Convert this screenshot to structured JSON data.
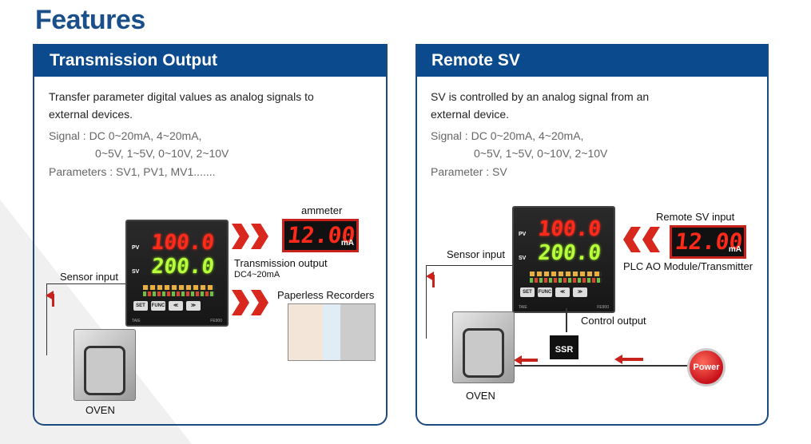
{
  "page_title": "Features",
  "left": {
    "heading": "Transmission Output",
    "desc_line1": "Transfer parameter digital values as analog signals to",
    "desc_line2": "external devices.",
    "signal_line1": "Signal :  DC 0~20mA, 4~20mA,",
    "signal_line2": "0~5V, 1~5V, 0~10V, 2~10V",
    "parameters": "Parameters : SV1, PV1, MV1.......",
    "ammeter_label": "ammeter",
    "ammeter_value": "12.00",
    "ammeter_unit": "mA",
    "pv_value": "100.0",
    "sv_value": "200.0",
    "transmission_label": "Transmission output",
    "transmission_sub": "DC4~20mA",
    "recorders_label": "Paperless Recorders",
    "sensor_label": "Sensor input",
    "oven_label": "OVEN"
  },
  "right": {
    "heading": "Remote SV",
    "desc_line1": "SV is controlled by an analog signal from an",
    "desc_line2": "external device.",
    "signal_line1": "Signal : DC 0~20mA, 4~20mA,",
    "signal_line2": "0~5V, 1~5V, 0~10V, 2~10V",
    "parameter": "Parameter : SV",
    "remote_label": "Remote SV input",
    "remote_value": "12.00",
    "remote_unit": "mA",
    "plc_label": "PLC AO Module/Transmitter",
    "pv_value": "100.0",
    "sv_value": "200.0",
    "sensor_label": "Sensor input",
    "control_label": "Control output",
    "ssr_label": "SSR",
    "power_label": "Power",
    "oven_label": "OVEN"
  },
  "controller": {
    "pv_tag": "PV",
    "sv_tag": "SV",
    "keys": [
      "SET",
      "FUNC",
      "≪",
      "≫"
    ],
    "brand_left": "TAIE",
    "brand_right": "FE900"
  },
  "colors": {
    "title": "#1a4f8a",
    "header": "#0b4a8c",
    "accent_red": "#d8281e"
  }
}
